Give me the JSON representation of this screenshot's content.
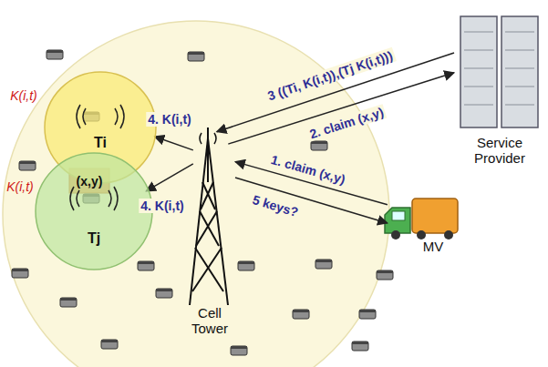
{
  "diagram": {
    "nodes": [
      {
        "text": [
          "Ti"
        ]
      },
      {
        "text": [
          "Tj"
        ]
      },
      {
        "text": [
          "Cell Tower"
        ]
      },
      {
        "text": [
          "Service Provider"
        ]
      },
      {
        "text": [
          "MV"
        ]
      }
    ],
    "edges": [
      {
        "from": 4,
        "to": 2,
        "label": "1. claim (x,y)",
        "arrow": "to"
      },
      {
        "from": 2,
        "to": 4,
        "label": "5 keys?",
        "arrow": "to"
      },
      {
        "from": 2,
        "to": 3,
        "label": "2. claim (x,y)",
        "arrow": "to"
      },
      {
        "from": 3,
        "to": 2,
        "label": "3 ((Ti, K(i,t)),(Tj K(i,t)))",
        "arrow": "to"
      },
      {
        "from": 2,
        "to": 0,
        "label": "4. K(i,t)",
        "arrow": "to"
      },
      {
        "from": 2,
        "to": 1,
        "label": "4. K(i,t)",
        "arrow": "to"
      }
    ],
    "labels": [
      "K(i,t)",
      "K(i,t)",
      "(x,y)"
    ]
  }
}
